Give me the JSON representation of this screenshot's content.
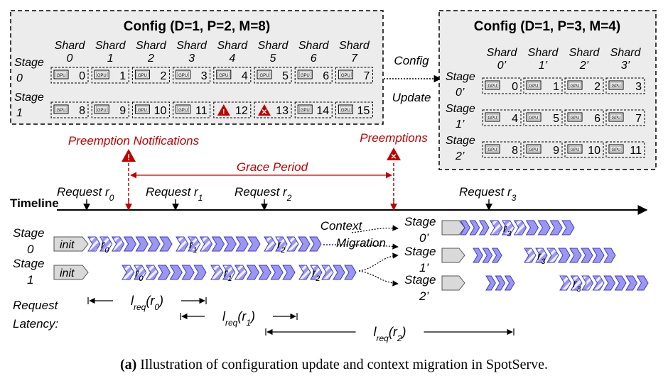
{
  "left_config": {
    "title": "Config (D=1, P=2, M=8)",
    "shard_word": "Shard",
    "shards": [
      "0",
      "1",
      "2",
      "3",
      "4",
      "5",
      "6",
      "7"
    ],
    "stage_word": "Stage",
    "stages": [
      "0",
      "1"
    ],
    "gpus": [
      [
        "0",
        "1",
        "2",
        "3",
        "4",
        "5",
        "6",
        "7"
      ],
      [
        "8",
        "9",
        "10",
        "11",
        "12",
        "13",
        "14",
        "15"
      ]
    ],
    "gpu_chip_text": "GPU"
  },
  "right_config": {
    "title": "Config (D=1, P=3, M=4)",
    "shard_word": "Shard",
    "shards": [
      "0’",
      "1’",
      "2’",
      "3’"
    ],
    "stage_word": "Stage",
    "stages": [
      "0’",
      "1’",
      "2’"
    ],
    "gpus": [
      [
        "0",
        "1",
        "2",
        "3"
      ],
      [
        "4",
        "5",
        "6",
        "7"
      ],
      [
        "8",
        "9",
        "10",
        "11"
      ]
    ]
  },
  "config_update_label": [
    "Config",
    "Update"
  ],
  "preemption_notifications_label": "Preemption Notifications",
  "preemptions_label": "Preemptions",
  "grace_period_label": "Grace Period",
  "timeline_label": "Timeline",
  "requests": [
    "r0",
    "r1",
    "r2",
    "r3"
  ],
  "request_word": "Request",
  "init_label": "init",
  "lanes_left": [
    {
      "word": "Stage",
      "num": "0"
    },
    {
      "word": "Stage",
      "num": "1"
    }
  ],
  "lanes_right": [
    {
      "word": "Stage",
      "num": "0’"
    },
    {
      "word": "Stage",
      "num": "1’"
    },
    {
      "word": "Stage",
      "num": "2’"
    }
  ],
  "context_migration_label": [
    "Context",
    "Migration"
  ],
  "request_latency_label": [
    "Request",
    "Latency:"
  ],
  "latency_labels": [
    "r0",
    "r1",
    "r2"
  ],
  "caption": {
    "tag": "(a)",
    "text": " Illustration of configuration update and context migration in SpotServe."
  },
  "colors": {
    "panel_bg": "#ececec",
    "bar_fill": "#9b96f0",
    "bar_stroke": "#3b3ad0",
    "hatch": "#ffffff",
    "alert": "#c00000",
    "init_fill": "#d9d9d9"
  }
}
